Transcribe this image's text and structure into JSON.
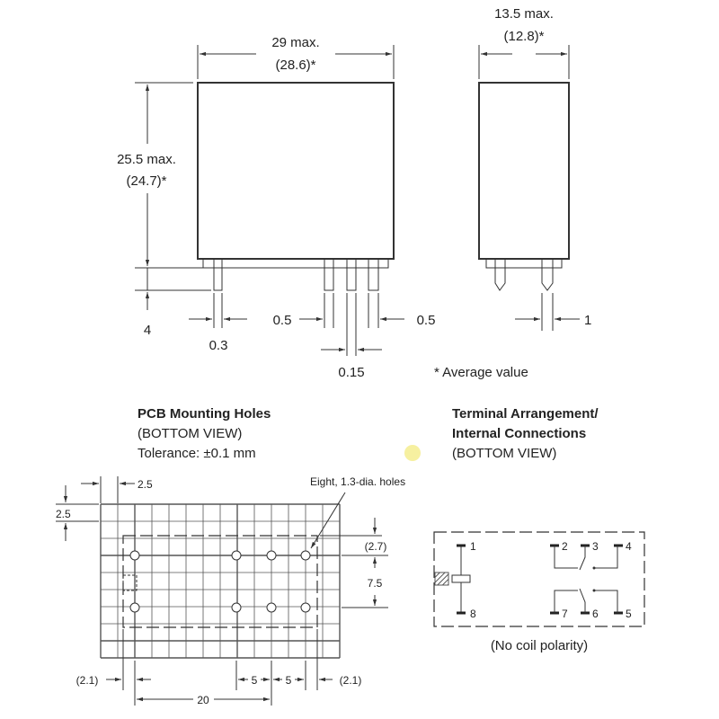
{
  "front_view": {
    "width_label": "29 max.",
    "width_avg": "(28.6)*",
    "height_label": "25.5 max.",
    "height_avg": "(24.7)*",
    "pin_length": "4",
    "pin_width": "0.3",
    "pin_thick_left": "0.5",
    "pin_thick_right": "0.5",
    "pin_gap": "0.15"
  },
  "side_view": {
    "depth_label": "13.5 max.",
    "depth_avg": "(12.8)*",
    "pin_width": "1"
  },
  "footnote": "* Average value",
  "pcb": {
    "title": "PCB Mounting Holes",
    "subtitle": "(BOTTOM VIEW)",
    "tolerance": "Tolerance: ±0.1 mm",
    "holes_note": "Eight, 1.3-dia. holes",
    "dims": {
      "grid_x": "2.5",
      "grid_y": "2.5",
      "top_offset": "(2.7)",
      "row_spacing": "7.5",
      "left_offset": "(2.1)",
      "pitch_1": "5",
      "pitch_2": "5",
      "right_offset": "(2.1)",
      "span": "20"
    }
  },
  "terminal": {
    "title_line1": "Terminal Arrangement/",
    "title_line2": "Internal Connections",
    "subtitle": "(BOTTOM VIEW)",
    "pins": [
      "1",
      "2",
      "3",
      "4",
      "5",
      "6",
      "7",
      "8"
    ],
    "note": "(No coil polarity)"
  },
  "colors": {
    "marker": "#f6f0a0",
    "line": "#333333"
  }
}
